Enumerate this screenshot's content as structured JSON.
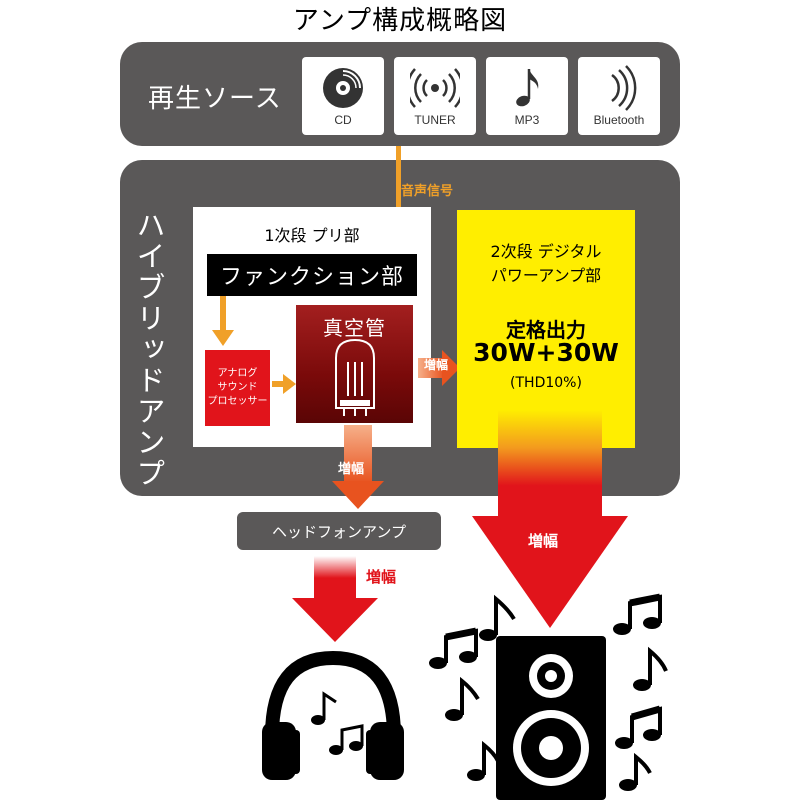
{
  "title": "アンプ構成概略図",
  "sources": {
    "label": "再生ソース",
    "items": [
      {
        "label": "CD",
        "icon": "cd-icon"
      },
      {
        "label": "TUNER",
        "icon": "broadcast-icon"
      },
      {
        "label": "MP3",
        "icon": "music-note-icon"
      },
      {
        "label": "Bluetooth",
        "icon": "bluetooth-icon"
      }
    ]
  },
  "signal_label": "音声信号",
  "hybrid_label": "ハイブリッドアンプ",
  "pre_stage": {
    "title": "1次段 プリ部",
    "function_label": "ファンクション部",
    "analog_lines": [
      "アナログ",
      "サウンド",
      "プロセッサー"
    ],
    "tube_label": "真空管"
  },
  "power_stage": {
    "title_line1": "2次段 デジタル",
    "title_line2": "パワーアンプ部",
    "rated_label": "定格出力",
    "rated_value": "30W+30W",
    "thd": "(THD10%)"
  },
  "amp_labels": {
    "tube_to_power": "増幅",
    "tube_down": "増幅",
    "power_down": "増幅",
    "headphone_down": "増幅"
  },
  "headphone_amp_label": "ヘッドフォンアンプ",
  "colors": {
    "panel": "#5a5858",
    "signal_arrow": "#f0a028",
    "red": "#e1141b",
    "yellow": "#ffee00"
  }
}
